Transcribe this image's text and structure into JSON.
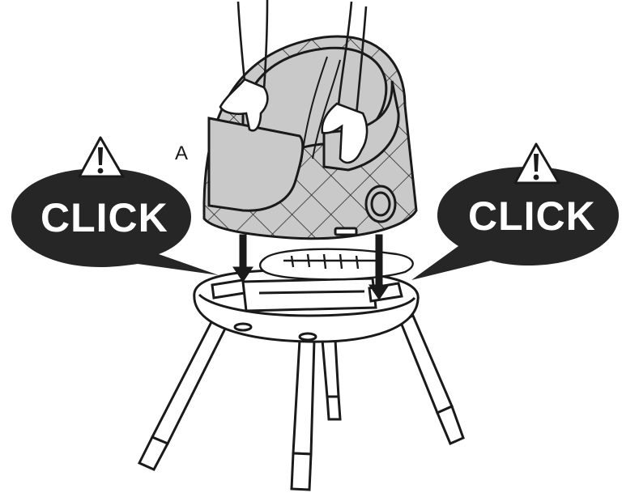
{
  "diagram": {
    "part_label": "A",
    "callouts": [
      {
        "text": "CLICK",
        "warning": true,
        "icon": "warning-triangle-icon"
      },
      {
        "text": "CLICK",
        "warning": true,
        "icon": "warning-triangle-icon"
      }
    ],
    "colors": {
      "bubble": "#262626",
      "seat_fill": "#c9c9c9",
      "stroke": "#1a1a1a"
    }
  }
}
